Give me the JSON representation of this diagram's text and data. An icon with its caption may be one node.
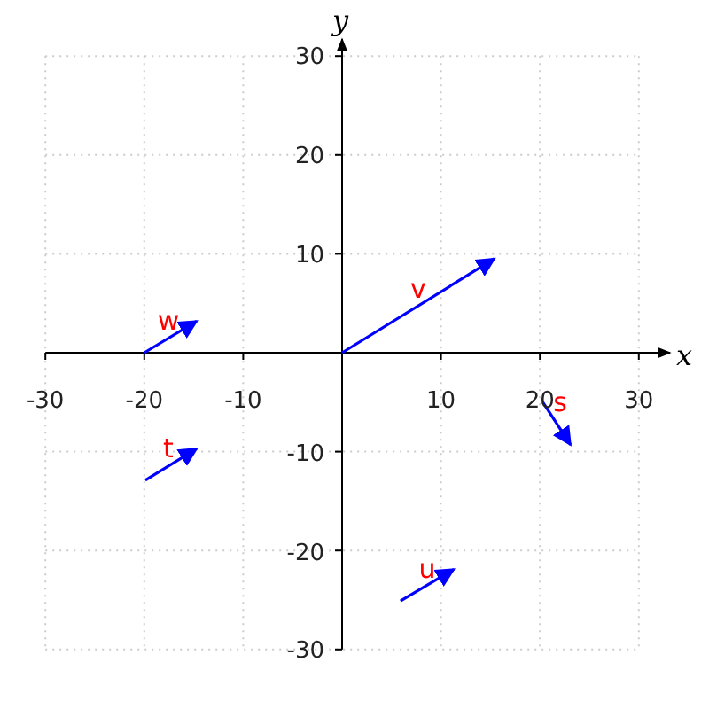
{
  "diagram": {
    "labels": [
      "y",
      "30",
      "20",
      "10",
      "v",
      "w",
      "x",
      "-30",
      "-20",
      "-10",
      "10",
      "20",
      "s",
      "30",
      "t",
      "-10",
      "-20",
      "u",
      "-30"
    ]
  }
}
